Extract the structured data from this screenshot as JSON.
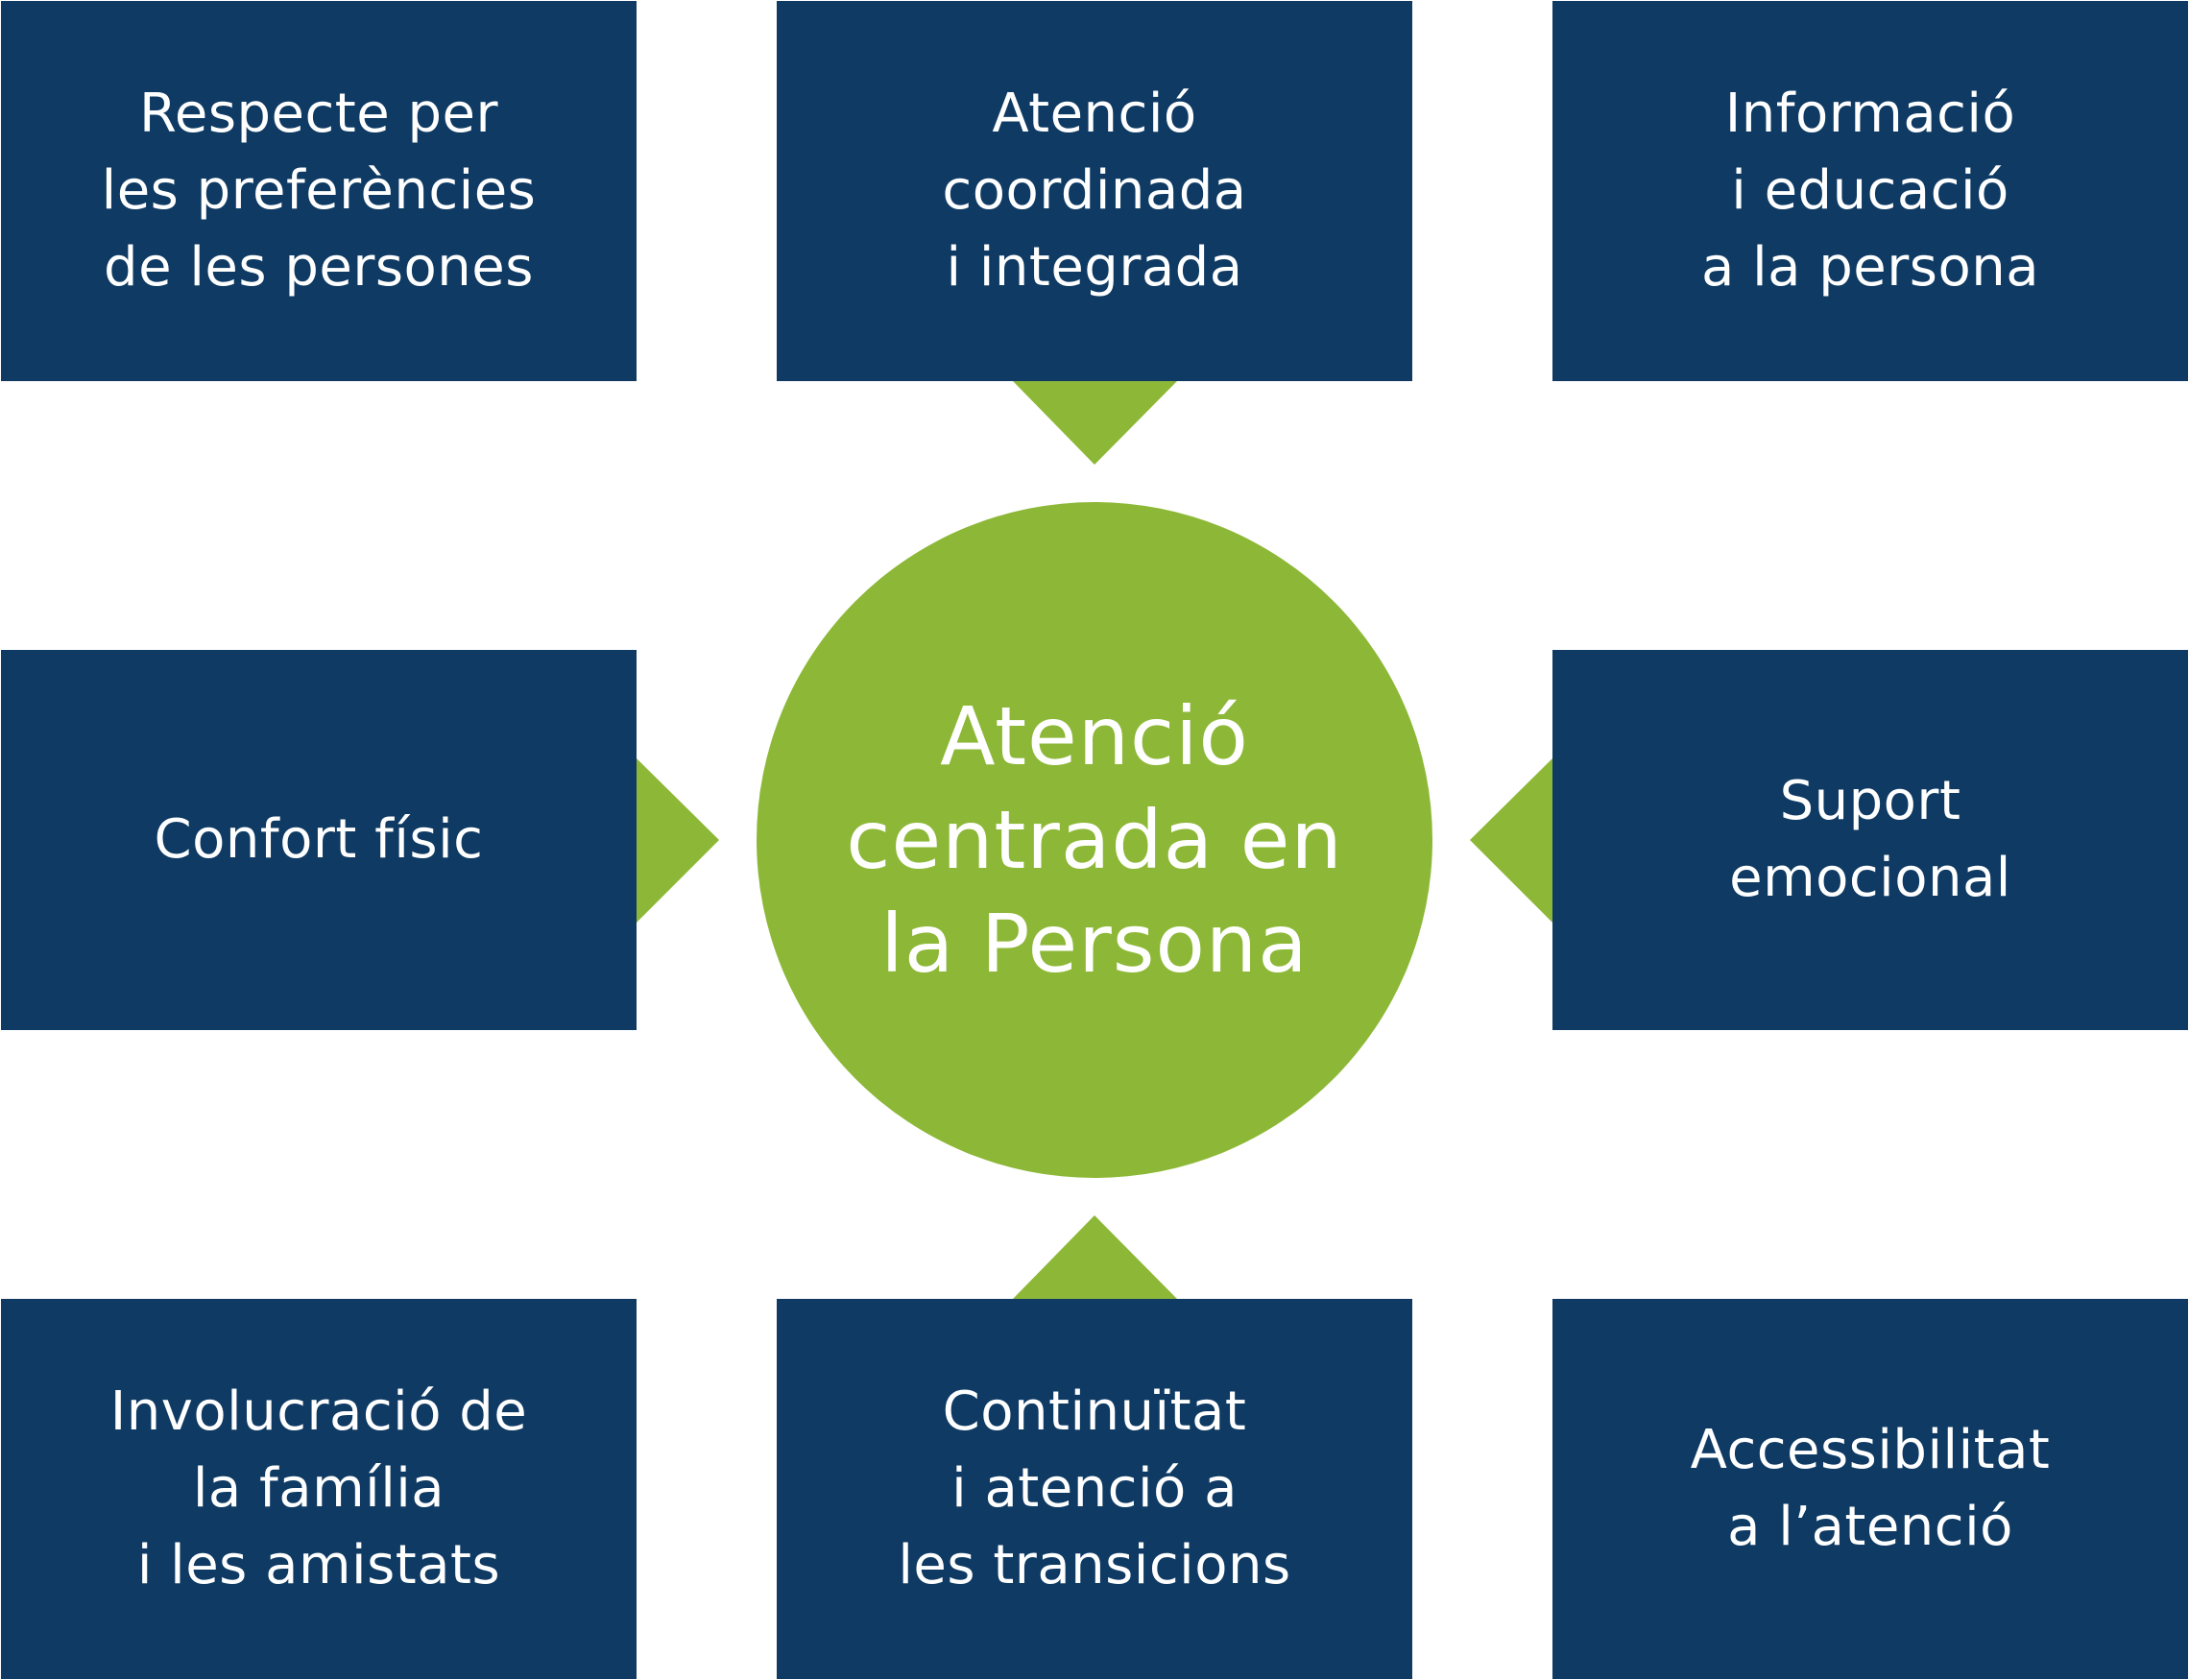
{
  "diagram": {
    "center": {
      "label": "Atenció\ncentrada en\nla Persona"
    },
    "boxes": {
      "top_left": "Respecte per\nles preferències\nde les persones",
      "top_center": "Atenció\ncoordinada\ni integrada",
      "top_right": "Informació\ni educació\na la persona",
      "middle_left": "Confort físic",
      "middle_right": "Suport\nemocional",
      "bottom_left": "Involucració de\nla família\ni les amistats",
      "bottom_center": "Continuïtat\ni atenció a\nles transicions",
      "bottom_right": "Accessibilitat\na l’atenció"
    }
  },
  "colors": {
    "box": "#0e3a63",
    "accent": "#8db837",
    "text": "#ffffff",
    "background": "#ffffff"
  }
}
